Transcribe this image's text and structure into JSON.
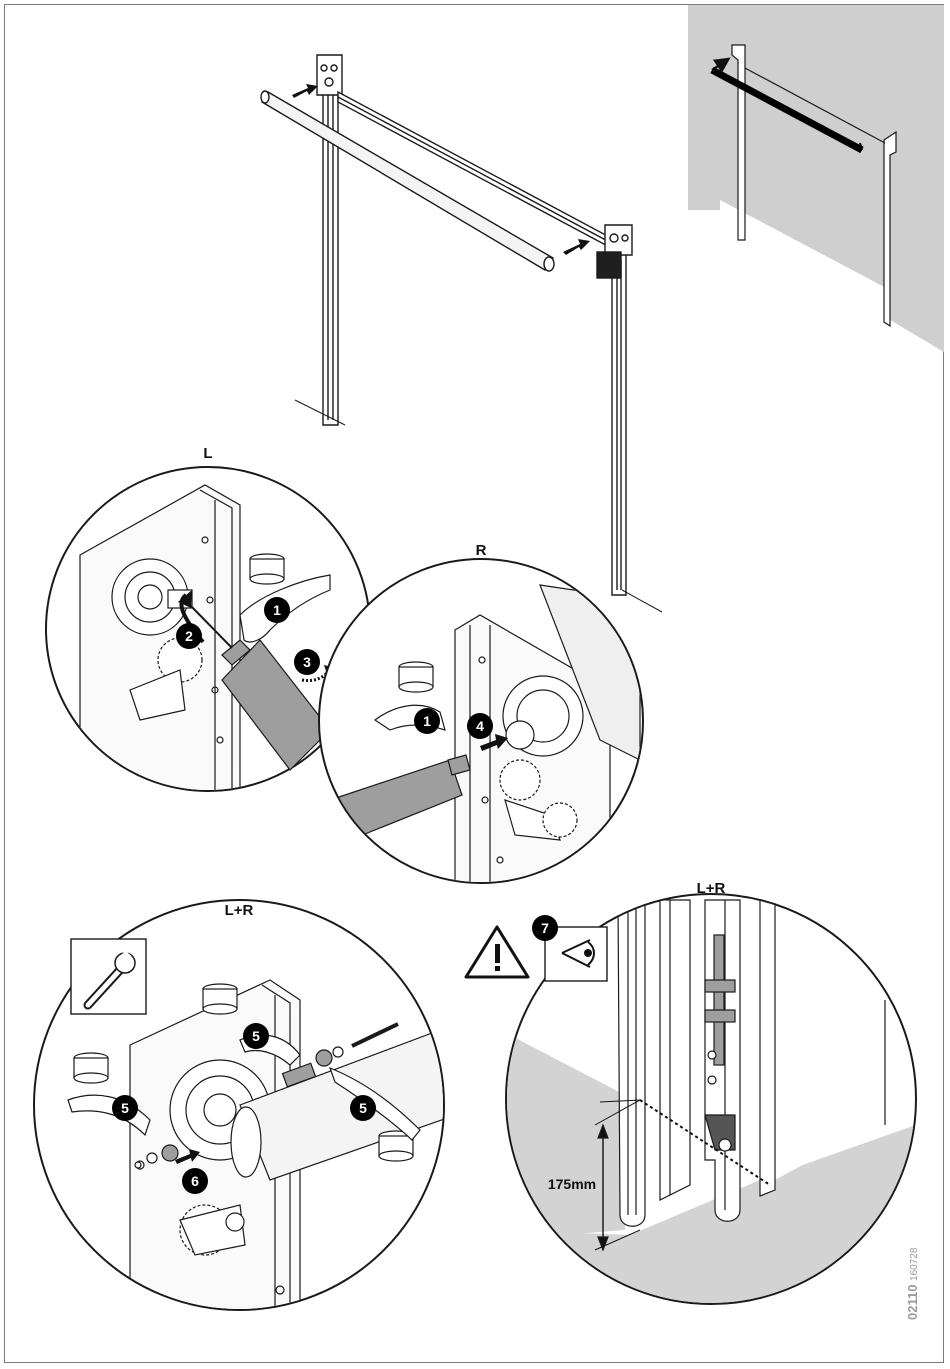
{
  "panels": {
    "left_detail": {
      "label": "L"
    },
    "right_detail": {
      "label": "R"
    },
    "bottom_left": {
      "label": "L+R"
    },
    "bottom_right": {
      "label": "L+R"
    }
  },
  "steps": {
    "s1": "1",
    "s2": "2",
    "s3": "3",
    "s4": "4",
    "s5": "5",
    "s6": "6",
    "s7": "7"
  },
  "measurement": {
    "height": "175mm"
  },
  "document": {
    "number": "02110",
    "date": "160728"
  },
  "icons": {
    "warning": "warning-triangle-icon",
    "visual_check": "eye-icon",
    "wrench": "wrench-icon",
    "grease_tin": "grease-tin-icon"
  },
  "colors": {
    "line": "#1a1a1a",
    "fill_grey": "#9e9e9e",
    "wall": "#cfcfcf",
    "step_badge": "#000000"
  }
}
